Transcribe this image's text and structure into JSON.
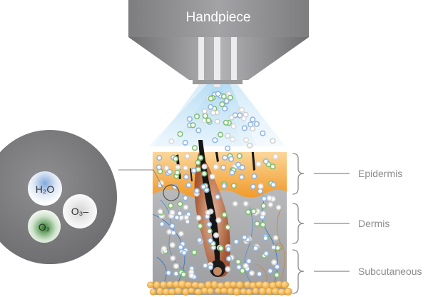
{
  "handpiece": {
    "label": "Handpiece"
  },
  "layers": [
    {
      "name": "Epidermis"
    },
    {
      "name": "Dermis"
    },
    {
      "name": "Subcutaneous"
    }
  ],
  "inset": {
    "molecules": [
      {
        "label": "H₂O",
        "color": "#8fb4e3"
      },
      {
        "label": "O₃–",
        "color": "#d9d9d9"
      },
      {
        "label": "O₂",
        "color": "#3f8a3a"
      }
    ]
  },
  "colors": {
    "epidermis": "#f2a33c",
    "dermis": "#a8a9ab",
    "subcutaneous": "#f0c065",
    "handpiece": "#8a8a8c",
    "mist": "#bfe1f5"
  }
}
